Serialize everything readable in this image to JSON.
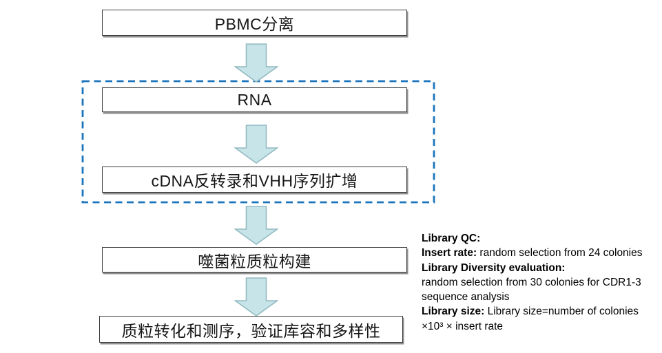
{
  "flowchart": {
    "steps": [
      {
        "label": "PBMC分离"
      },
      {
        "label": "RNA"
      },
      {
        "label": "cDNA反转录和VHH序列扩增"
      },
      {
        "label": "噬菌粒质粒构建"
      },
      {
        "label": "质粒转化和测序，验证库容和多样性"
      }
    ],
    "colors": {
      "dashed_group_border": "#1B75BC",
      "arrow_fill": "#C7E4E9",
      "arrow_stroke": "#92BAC1",
      "box_border": "#3A3A3A",
      "box_shadow": "#8F8F8F"
    }
  },
  "library_qc_note": {
    "lines": [
      {
        "bold": "Library QC:",
        "rest": ""
      },
      {
        "bold": "Insert rate:",
        "rest": " random selection from 24 colonies"
      },
      {
        "bold": "Library Diversity evaluation:",
        "rest": ""
      },
      {
        "bold": "",
        "rest": "random selection from 30 colonies for CDR1-3"
      },
      {
        "bold": "",
        "rest": "sequence analysis"
      },
      {
        "bold": "Library size:",
        "rest": " Library size=number of colonies"
      },
      {
        "bold": "",
        "rest": "×10³ × insert rate"
      }
    ]
  }
}
